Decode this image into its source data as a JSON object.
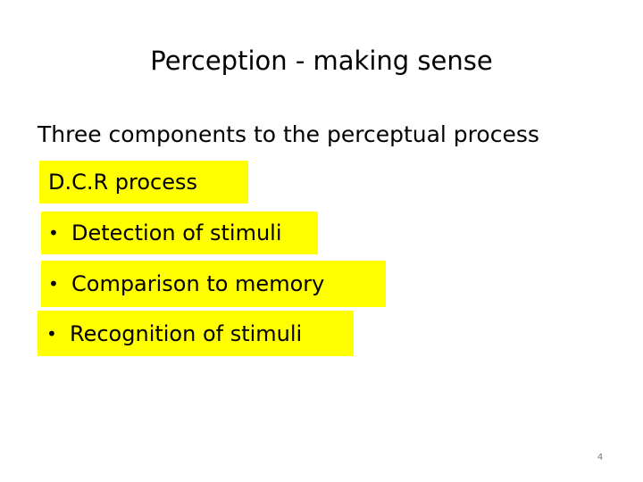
{
  "slide": {
    "title": "Perception - making sense",
    "subtitle": "Three components to the perceptual process",
    "highlight_color": "#ffff00",
    "boxes": [
      {
        "bullet": "",
        "text": "D.C.R process"
      },
      {
        "bullet": "•",
        "text": "Detection of stimuli"
      },
      {
        "bullet": "•",
        "text": "Comparison to memory"
      },
      {
        "bullet": "•",
        "text": "Recognition of stimuli"
      }
    ],
    "page_number": "4"
  }
}
